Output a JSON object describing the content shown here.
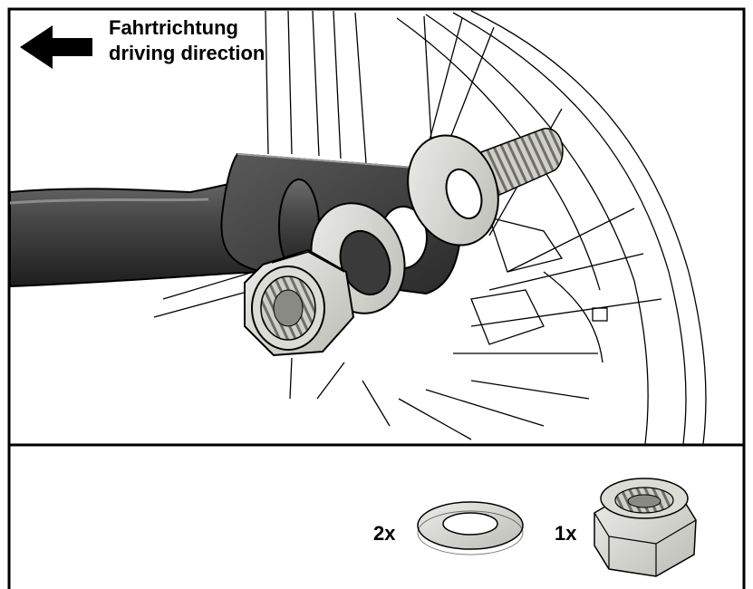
{
  "direction": {
    "label_de": "Fahrtrichtung",
    "label_en": "driving direction",
    "arrow_icon": "arrow-left-icon"
  },
  "parts": [
    {
      "qty": "2x",
      "icon": "washer-icon"
    },
    {
      "qty": "1x",
      "icon": "hex-lock-nut-icon"
    }
  ],
  "colors": {
    "frame": "#000000",
    "bar": "#3a3a3a",
    "metal": "#d8d8d2",
    "background": "#ffffff"
  }
}
